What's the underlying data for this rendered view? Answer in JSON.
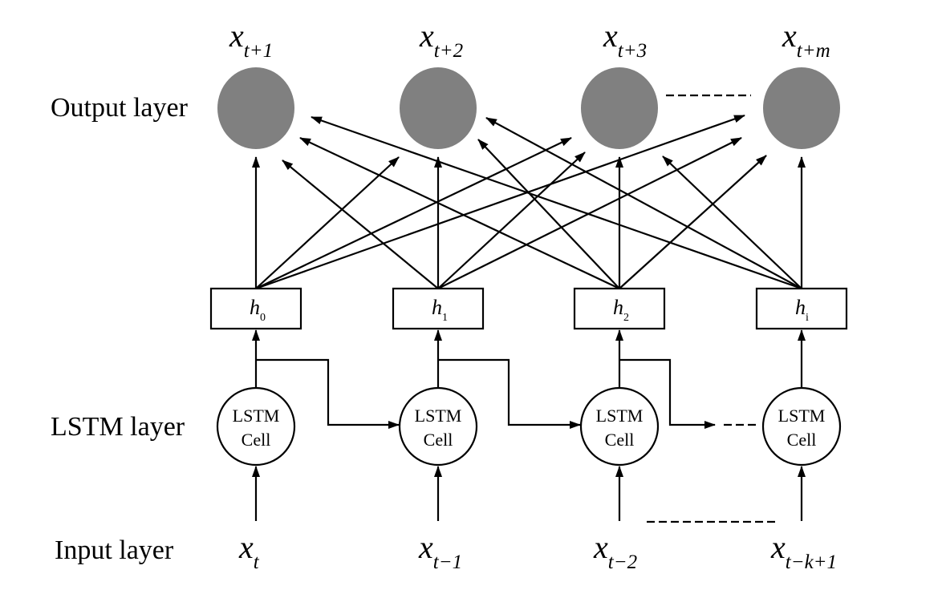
{
  "layers": {
    "output": "Output layer",
    "lstm": "LSTM layer",
    "input": "Input layer"
  },
  "outputs": [
    {
      "base": "x",
      "sub": "t+1"
    },
    {
      "base": "x",
      "sub": "t+2"
    },
    {
      "base": "x",
      "sub": "t+3"
    },
    {
      "base": "x",
      "sub": "t+m"
    }
  ],
  "hidden": [
    {
      "base": "h",
      "sub": "0"
    },
    {
      "base": "h",
      "sub": "1"
    },
    {
      "base": "h",
      "sub": "2"
    },
    {
      "base": "h",
      "sub": "i"
    }
  ],
  "cells": [
    {
      "line1": "LSTM",
      "line2": "Cell"
    },
    {
      "line1": "LSTM",
      "line2": "Cell"
    },
    {
      "line1": "LSTM",
      "line2": "Cell"
    },
    {
      "line1": "LSTM",
      "line2": "Cell"
    }
  ],
  "inputs": [
    {
      "base": "x",
      "sub": "t"
    },
    {
      "base": "x",
      "sub": "t−1"
    },
    {
      "base": "x",
      "sub": "t−2"
    },
    {
      "base": "x",
      "sub": "t−k+1"
    }
  ],
  "colors": {
    "output_node": "#808080",
    "stroke": "#000000",
    "background": "#ffffff"
  }
}
